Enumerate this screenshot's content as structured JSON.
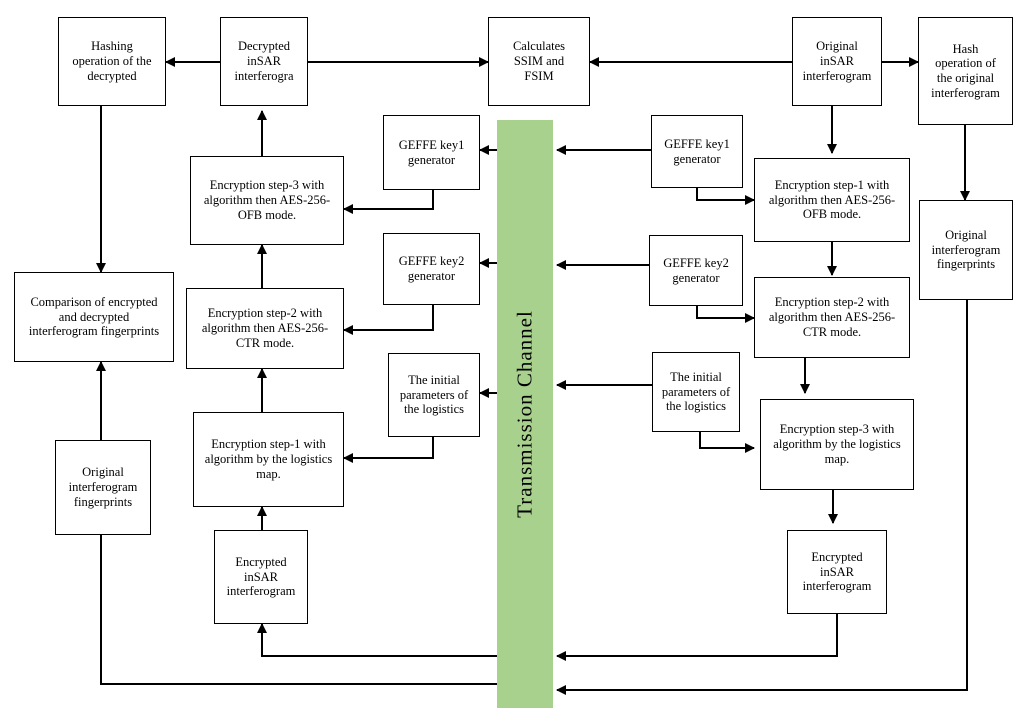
{
  "channel": {
    "label": "Transmission  Channel",
    "color": "#a9d18e"
  },
  "boxes": {
    "hash_dec": "Hashing\noperation of the\ndecrypted",
    "dec_insar": "Decrypted\ninSAR\ninterferogra",
    "ssim": "Calculates\nSSIM and\nFSIM",
    "orig_insar": "Original\ninSAR\ninterferogram",
    "hash_orig": "Hash\noperation of\nthe original\ninterferogram",
    "l_key1": "GEFFE key1\ngenerator",
    "r_key1": "GEFFE key1\ngenerator",
    "l_enc3": "Encryption step-3 with\nalgorithm then AES-256-\nOFB mode.",
    "r_enc1": "Encryption step-1 with\nalgorithm then AES-256-\nOFB mode.",
    "orig_fp_r": "Original\ninterferogram\nfingerprints",
    "l_key2": "GEFFE key2\ngenerator",
    "r_key2": "GEFFE key2\ngenerator",
    "comparison": "Comparison of encrypted\nand decrypted\ninterferogram fingerprints",
    "l_enc2": "Encryption step-2 with\nalgorithm then AES-256-\nCTR mode.",
    "r_enc2": "Encryption step-2 with\nalgorithm then AES-256-\nCTR mode.",
    "l_init": "The initial\nparameters of\nthe logistics",
    "r_init": "The initial\nparameters of\nthe logistics",
    "l_enc1": "Encryption step-1 with\nalgorithm by the logistics\nmap.",
    "r_enc3": "Encryption step-3 with\nalgorithm by the logistics\nmap.",
    "orig_fp_l": "Original\ninterferogram\nfingerprints",
    "enc_insar_l": "Encrypted\ninSAR\ninterferogram",
    "enc_insar_r": "Encrypted\ninSAR\ninterferogram"
  }
}
